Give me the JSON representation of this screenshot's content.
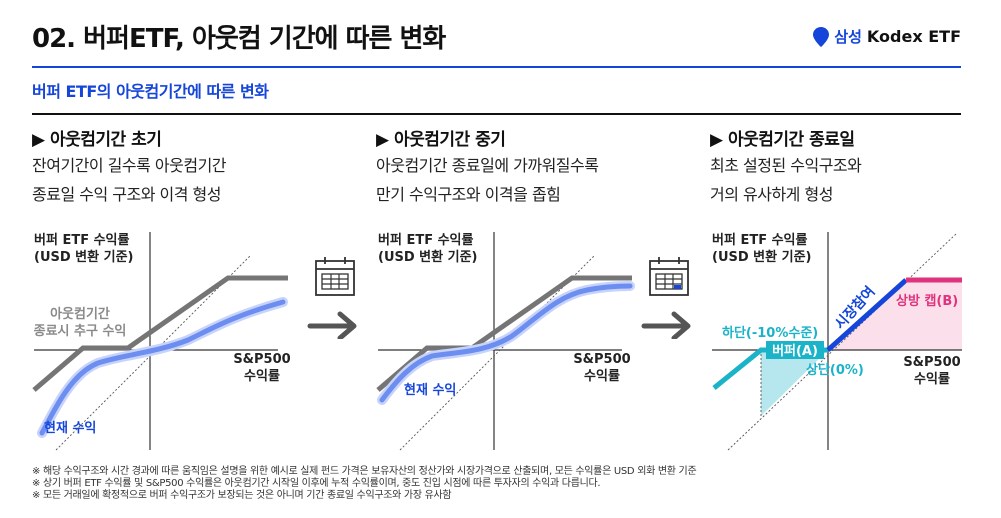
{
  "header": {
    "title": "02. 버퍼ETF, 아웃컴 기간에 따른 변화",
    "brand_samsung": "삼성",
    "brand_kodex": "Kodex ETF"
  },
  "subtitle": "버퍼 ETF의 아웃컴기간에 따른 변화",
  "columns": [
    {
      "heading": "▶ 아웃컴기간 초기",
      "desc_line1": "잔여기간이 길수록 아웃컴기간",
      "desc_line2": "종료일 수익 구조와 이격 형성",
      "y_label_1": "버퍼 ETF 수익률",
      "y_label_2": "(USD 변환 기준)",
      "x_label_1": "S&P500",
      "x_label_2": "수익률",
      "gray_label_1": "아웃컴기간",
      "gray_label_2": "종료시 추구 수익",
      "current_label": "현재 수익"
    },
    {
      "heading": "▶ 아웃컴기간 중기",
      "desc_line1": "아웃컴기간 종료일에 가까워질수록",
      "desc_line2": "만기 수익구조와 이격을 좁힘",
      "y_label_1": "버퍼 ETF 수익률",
      "y_label_2": "(USD 변환 기준)",
      "x_label_1": "S&P500",
      "x_label_2": "수익률",
      "current_label": "현재 수익"
    },
    {
      "heading": "▶ 아웃컴기간 종료일",
      "desc_line1": "최초 설정된 수익구조와",
      "desc_line2": "거의 유사하게 형성",
      "y_label_1": "버퍼 ETF 수익률",
      "y_label_2": "(USD 변환 기준)",
      "x_label_1": "S&P500",
      "x_label_2": "수익률",
      "participation": "시장참여",
      "upside_cap": "상방 캡(B)",
      "lower": "하단(-10%수준)",
      "buffer": "버퍼(A)",
      "upper": "상단(0%)"
    }
  ],
  "icons": [
    "calendar-icon",
    "arrow-right-icon",
    "location-pin-icon"
  ],
  "colors": {
    "blue": "#1546d9",
    "gray_line": "#757575",
    "current_return": "#6c8ef0",
    "current_return_glow": "#c7d3fa",
    "teal": "#1bb3c8",
    "teal_fill": "#a9e3ec",
    "pink": "#e0337e",
    "pink_fill": "#fbe0ec"
  },
  "notes": [
    "※ 해당 수익구조와 시간 경과에 따른 움직임은 설명을 위한 예시로 실제 펀드 가격은 보유자산의 정산가와 시장가격으로 산출되며, 모든 수익률은 USD 외화 변환 기준",
    "※ 상기 버퍼 ETF 수익률 및 S&P500 수익률은 아웃컴기간 시작일 이후에 누적 수익률이며, 중도 진입 시점에 따른 투자자의 수익과 다릅니다.",
    "※ 모든 거래일에 확정적으로 버퍼 수익구조가 보장되는 것은 아니며 기간 종료일 수익구조와 가장 유사함"
  ]
}
